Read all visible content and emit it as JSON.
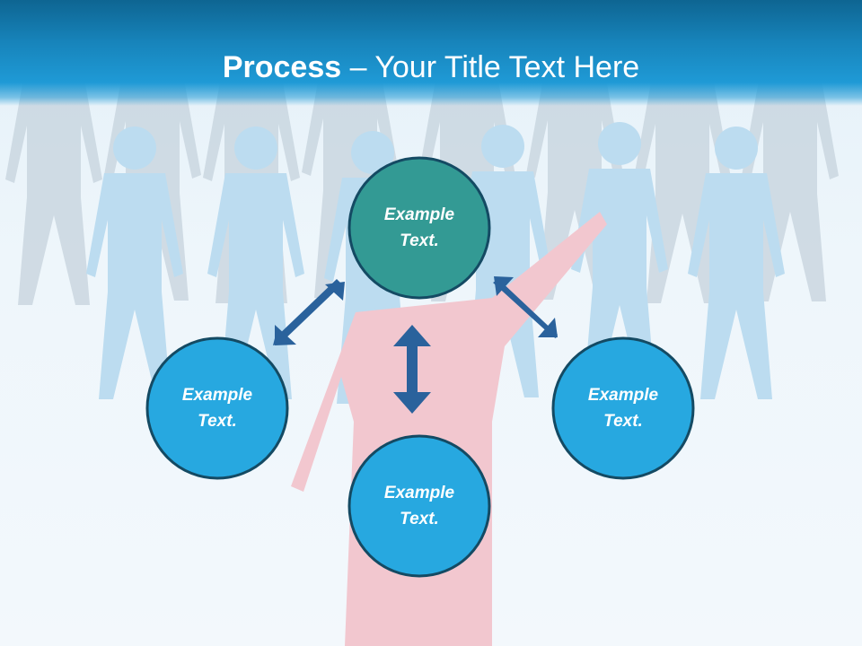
{
  "header": {
    "title_bold": "Process",
    "title_dash": " – ",
    "title_rest": "Your Title Text Here"
  },
  "nodes": {
    "top": {
      "line1": "Example",
      "line2": "Text."
    },
    "left": {
      "line1": "Example",
      "line2": "Text."
    },
    "right": {
      "line1": "Example",
      "line2": "Text."
    },
    "bottom": {
      "line1": "Example",
      "line2": "Text."
    }
  },
  "colors": {
    "header_blue": "#1784bb",
    "circle_teal": "#339a94",
    "circle_blue": "#27a8e0",
    "circle_border": "#144a63",
    "arrow": "#2a629c",
    "figure_pink": "#f2c7cf",
    "figure_blue": "#bcdcf0",
    "figure_gray": "#c6d3dd"
  }
}
